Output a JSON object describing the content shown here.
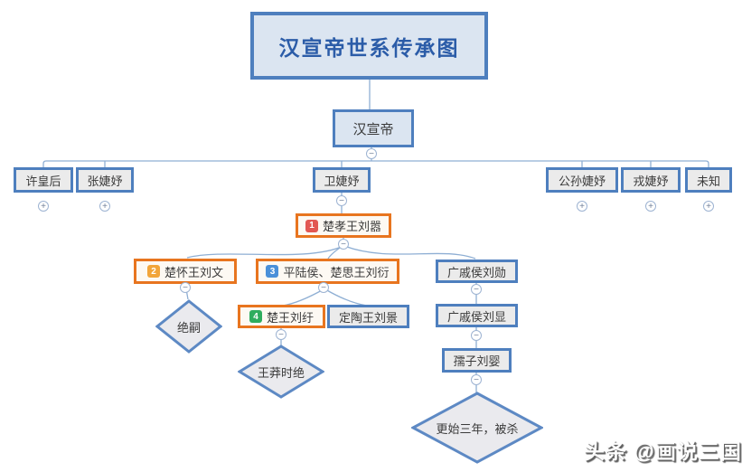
{
  "title": {
    "label": "汉宣帝世系传承图"
  },
  "emperor": {
    "label": "汉宣帝",
    "toggle": "−"
  },
  "consorts": {
    "xu": {
      "label": "许皇后",
      "toggle": "+"
    },
    "zhang": {
      "label": "张婕妤",
      "toggle": "+"
    },
    "wei": {
      "label": "卫婕妤",
      "toggle": "−"
    },
    "gongsun": {
      "label": "公孙婕妤",
      "toggle": "+"
    },
    "rong": {
      "label": "戎婕妤",
      "toggle": "+"
    },
    "unknown": {
      "label": "未知",
      "toggle": "+"
    }
  },
  "gen2": {
    "chuxiao": {
      "badge": "1",
      "label": "楚孝王刘嚣",
      "toggle": "−"
    }
  },
  "gen3": {
    "chuhuai": {
      "badge": "2",
      "label": "楚怀王刘文",
      "toggle": "−"
    },
    "pinglu": {
      "badge": "3",
      "label": "平陆侯、楚思王刘衍",
      "toggle": "−"
    },
    "xun": {
      "label": "广戚侯刘勋",
      "toggle": "−"
    }
  },
  "gen4": {
    "chuwang": {
      "badge": "4",
      "label": "楚王刘纡",
      "toggle": "−"
    },
    "dingtao": {
      "label": "定陶王刘景"
    },
    "xian": {
      "label": "广戚侯刘显",
      "toggle": "−"
    }
  },
  "gen5": {
    "ruzi": {
      "label": "孺子刘婴",
      "toggle": "−"
    }
  },
  "outcomes": {
    "juesi": {
      "label": "绝嗣"
    },
    "wangmang": {
      "label": "王莽时绝"
    },
    "gengshi": {
      "label": "更始三年，被杀"
    }
  },
  "watermark": {
    "label": "头条 @画说三国"
  },
  "colors": {
    "blue_border": "#4e7fbe",
    "blue_fill": "#dbe5f1",
    "gray_fill": "#ebebeb",
    "orange_border": "#e8751f",
    "orange_fill": "#fdf9f3",
    "line": "#8fafd4",
    "badge_red": "#e25752",
    "badge_amber": "#f2a53a",
    "badge_blue": "#4a90d9",
    "badge_green": "#2fad5e",
    "title_text": "#2b5ca8"
  }
}
